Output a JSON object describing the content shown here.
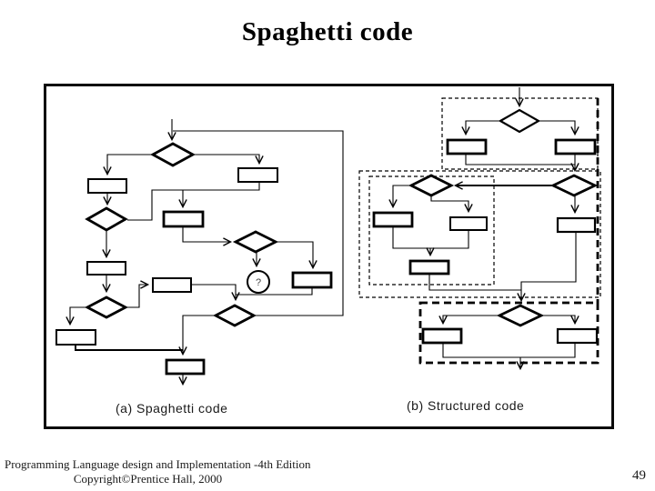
{
  "slide": {
    "title": "Spaghetti code",
    "footer_line1": "Programming Language design and Implementation -4th Edition",
    "footer_line2": "Copyright©Prentice Hall,  2000",
    "page_number": "49"
  },
  "figure": {
    "caption_a": "(a) Spaghetti code",
    "caption_b": "(b) Structured code",
    "connector_label": "?"
  },
  "colors": {
    "ink": "#000000",
    "background": "#ffffff"
  }
}
